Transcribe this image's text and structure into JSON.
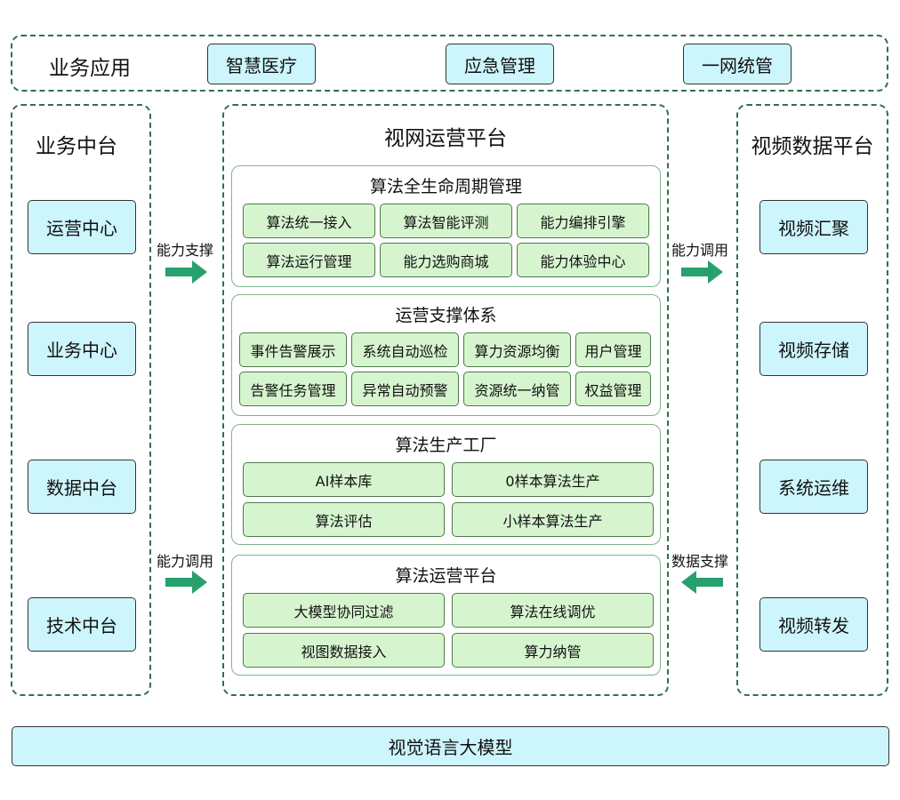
{
  "top": {
    "title": "业务应用",
    "items": [
      "智慧医疗",
      "应急管理",
      "一网统管"
    ]
  },
  "left": {
    "title": "业务中台",
    "items": [
      "运营中心",
      "业务中心",
      "数据中台",
      "技术中台"
    ]
  },
  "center": {
    "title": "视网运营平台",
    "sections": [
      {
        "title": "算法全生命周期管理",
        "items": [
          "算法统一接入",
          "算法智能评测",
          "能力编排引擎",
          "算法运行管理",
          "能力选购商城",
          "能力体验中心"
        ]
      },
      {
        "title": "运营支撑体系",
        "items": [
          "事件告警展示",
          "系统自动巡检",
          "算力资源均衡",
          "用户管理",
          "告警任务管理",
          "异常自动预警",
          "资源统一纳管",
          "权益管理"
        ]
      },
      {
        "title": "算法生产工厂",
        "items": [
          "AI样本库",
          "0样本算法生产",
          "算法评估",
          "小样本算法生产"
        ]
      },
      {
        "title": "算法运营平台",
        "items": [
          "大模型协同过滤",
          "算法在线调优",
          "视图数据接入",
          "算力纳管"
        ]
      }
    ]
  },
  "right": {
    "title": "视频数据平台",
    "items": [
      "视频汇聚",
      "视频存储",
      "系统运维",
      "视频转发"
    ]
  },
  "connectors": {
    "left_top": "能力支撑",
    "left_bottom": "能力调用",
    "right_top": "能力调用",
    "right_bottom": "数据支撑"
  },
  "bottom": {
    "title": "视觉语言大模型"
  },
  "colors": {
    "arrow": "#27a06e",
    "cyan_box": "#cdf5fc",
    "green_box": "#d6f5cf",
    "dash": "#2f6f55"
  }
}
